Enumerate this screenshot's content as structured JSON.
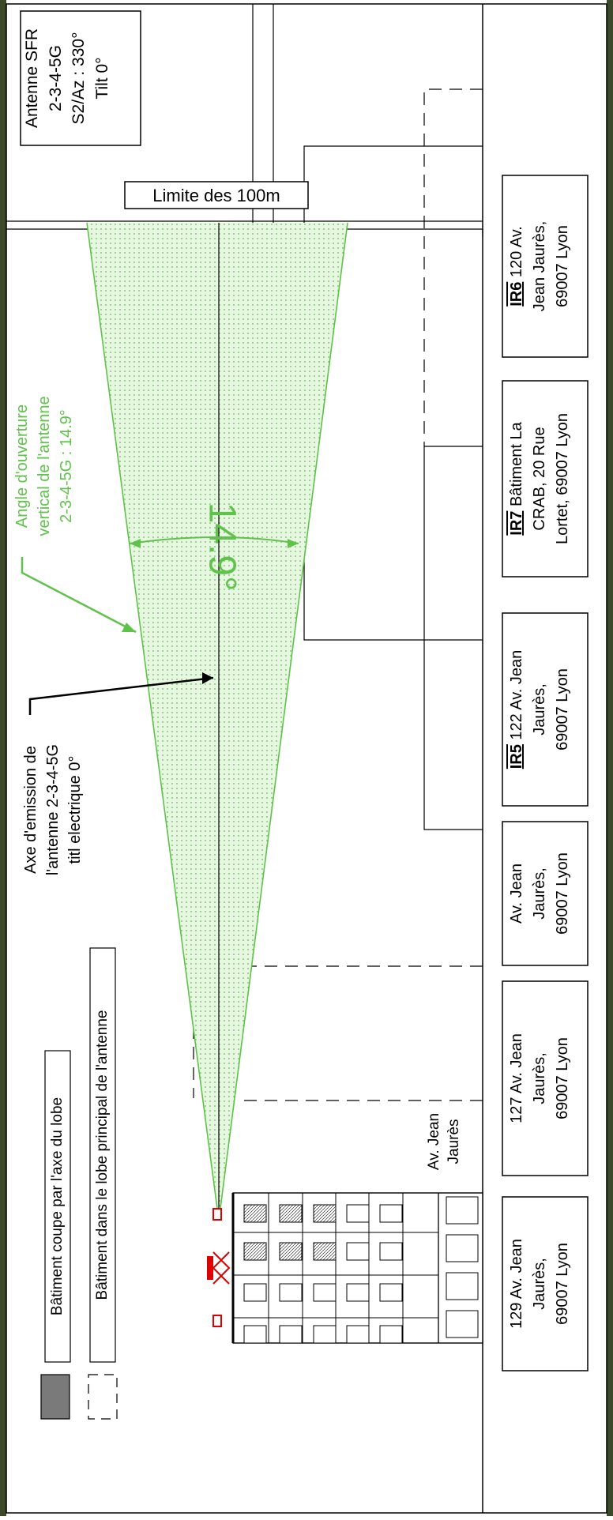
{
  "antenna": {
    "lines": [
      "Antenne SFR",
      "2-3-4-5G",
      "S2/Az : 330°",
      "Tilt 0°"
    ]
  },
  "limit_label": "Limite des 100m",
  "aperture": {
    "annotation_lines": [
      "Angle d'ouverture",
      "vertical de l'antenne",
      "2-3-4-5G : 14.9°"
    ],
    "angle_label": "14.9°",
    "color": "#5fc24a"
  },
  "axis_annotation": {
    "lines": [
      "Axe d'emission de",
      "l'antenne 2-3-4-5G",
      "titl electrique 0°"
    ]
  },
  "legend": {
    "cut_label": "Bâtiment coupe par l'axe du lobe",
    "lobe_label": "Bâtiment dans le lobe principal de l'antenne"
  },
  "street_label": [
    "Av. Jean",
    "Jaurès"
  ],
  "buildings": [
    {
      "id": "b129",
      "code": "",
      "lines": [
        "129 Av. Jean",
        "Jaurès,",
        "69007 Lyon"
      ]
    },
    {
      "id": "b127",
      "code": "",
      "lines": [
        "127 Av. Jean",
        "Jaurès,",
        "69007 Lyon"
      ]
    },
    {
      "id": "bavj",
      "code": "",
      "lines": [
        "Av. Jean",
        "Jaurès,",
        "69007 Lyon"
      ]
    },
    {
      "id": "b122",
      "code": "IR5",
      "lines": [
        " 122 Av. Jean",
        "Jaurès,",
        "69007 Lyon"
      ]
    },
    {
      "id": "bcrab",
      "code": "IR7",
      "lines": [
        " Bâtiment La",
        "CRAB, 20 Rue",
        "Lortet, 69007 Lyon"
      ]
    },
    {
      "id": "b120",
      "code": "IR6",
      "lines": [
        " 120 Av.",
        "Jean Jaurès,",
        "69007 Lyon"
      ]
    }
  ],
  "colors": {
    "lobe": "#5fc24a",
    "lobe_fill": "#e6f6e0",
    "legend_fill": "#7a7a7a"
  }
}
